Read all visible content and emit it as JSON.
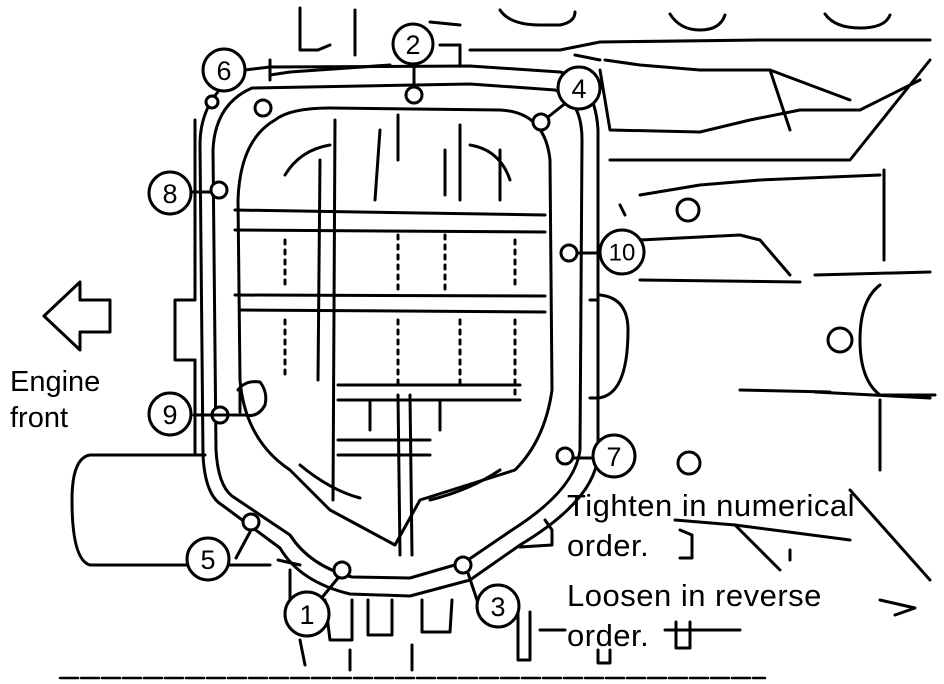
{
  "engine_label": {
    "line1": "Engine",
    "line2": "front"
  },
  "instructions": {
    "tighten_line1": "Tighten in numerical",
    "tighten_line2": "order.",
    "loosen_line1": "Loosen in reverse",
    "loosen_line2": "order."
  },
  "bolt_callouts": [
    "1",
    "2",
    "3",
    "4",
    "5",
    "6",
    "7",
    "8",
    "9",
    "10"
  ],
  "icons": {
    "front_arrow": "left-arrow-outline-icon"
  },
  "colors": {
    "ink": "#000000",
    "paper": "#ffffff"
  }
}
